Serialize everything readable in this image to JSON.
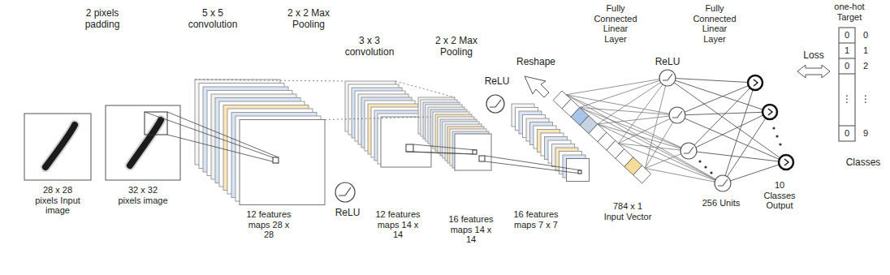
{
  "diagram": {
    "labels": [
      "2 pixels padding",
      "5 x 5 convolution",
      "2 x 2 Max Pooling",
      "3 x 3 convolution",
      "2 x 2 Max Pooling",
      "Reshape",
      "ReLU",
      "ReLU",
      "Fully Connected Linear Layer",
      "ReLU",
      "Fully Connected Linear Layer",
      "one-hot Target",
      "Loss",
      "0",
      "1",
      "0",
      "⋮",
      "0",
      "0",
      "1",
      "2",
      "⋮",
      "9",
      "Classes",
      "28 x 28 pixels Input image",
      "32 x 32 pixels image",
      "12 features maps 28 x 28",
      "12 features maps 14 x 14",
      "16 features maps 14 x 14",
      "16 features maps 7 x 7",
      "784 x 1 Input Vector",
      "256 Units",
      "10 Classes Output"
    ]
  }
}
